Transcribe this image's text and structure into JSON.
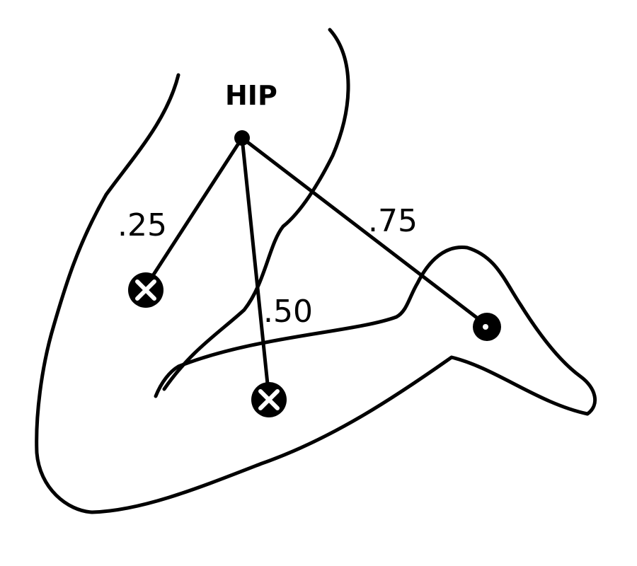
{
  "diagram": {
    "pivot": {
      "label": "HIP"
    },
    "markers": [
      {
        "id": "m25",
        "label": ".25",
        "style": "x-in-circle"
      },
      {
        "id": "m50",
        "label": ".50",
        "style": "x-in-circle"
      },
      {
        "id": "m75",
        "label": ".75",
        "style": "solid-dot"
      }
    ]
  }
}
